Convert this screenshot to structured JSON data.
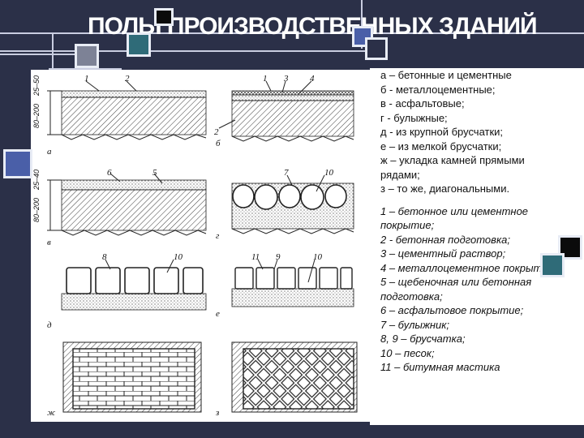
{
  "title": "ПОЛЫ ПРОИЗВОДСТВЕННЫХ ЗДАНИЙ",
  "colors": {
    "background": "#2b3048",
    "accent_blue": "#4a5fa8",
    "accent_teal": "#2f6b78",
    "line_light": "#c9cde0"
  },
  "floor_types": [
    "а – бетонные и цементные",
    "б - металлоцементные;",
    "в - асфальтовые;",
    "г - булыжные;",
    "д - из крупной брусчатки;",
    "е – из мелкой брусчатки;",
    "ж – укладка камней прямыми рядами;",
    "з – то же, диагональными."
  ],
  "components": [
    "1 – бетонное или цементное покрытие;",
    "2 - бетонная подготовка;",
    "3 – цементный раствор;",
    "4 – металлоцементное покрытие;",
    "5 – щебеночная или бетонная подготовка;",
    "6 – асфальтовое покрытие;",
    "7 – булыжник;",
    "8, 9 – брусчатка;",
    "10 – песок;",
    "11 – битумная мастика"
  ],
  "figure": {
    "panel_letters": [
      "а",
      "б",
      "в",
      "г",
      "д",
      "е",
      "ж",
      "з"
    ],
    "callouts": {
      "a": [
        "1",
        "2"
      ],
      "b": [
        "1",
        "3",
        "4",
        "2"
      ],
      "v": [
        "6",
        "5"
      ],
      "g": [
        "7",
        "10"
      ],
      "d": [
        "8",
        "10"
      ],
      "e": [
        "11",
        "9",
        "10"
      ]
    },
    "dimensions": {
      "a": "80–200",
      "a_top": "25–50",
      "v": "80–200",
      "v_top": "25–40"
    }
  }
}
